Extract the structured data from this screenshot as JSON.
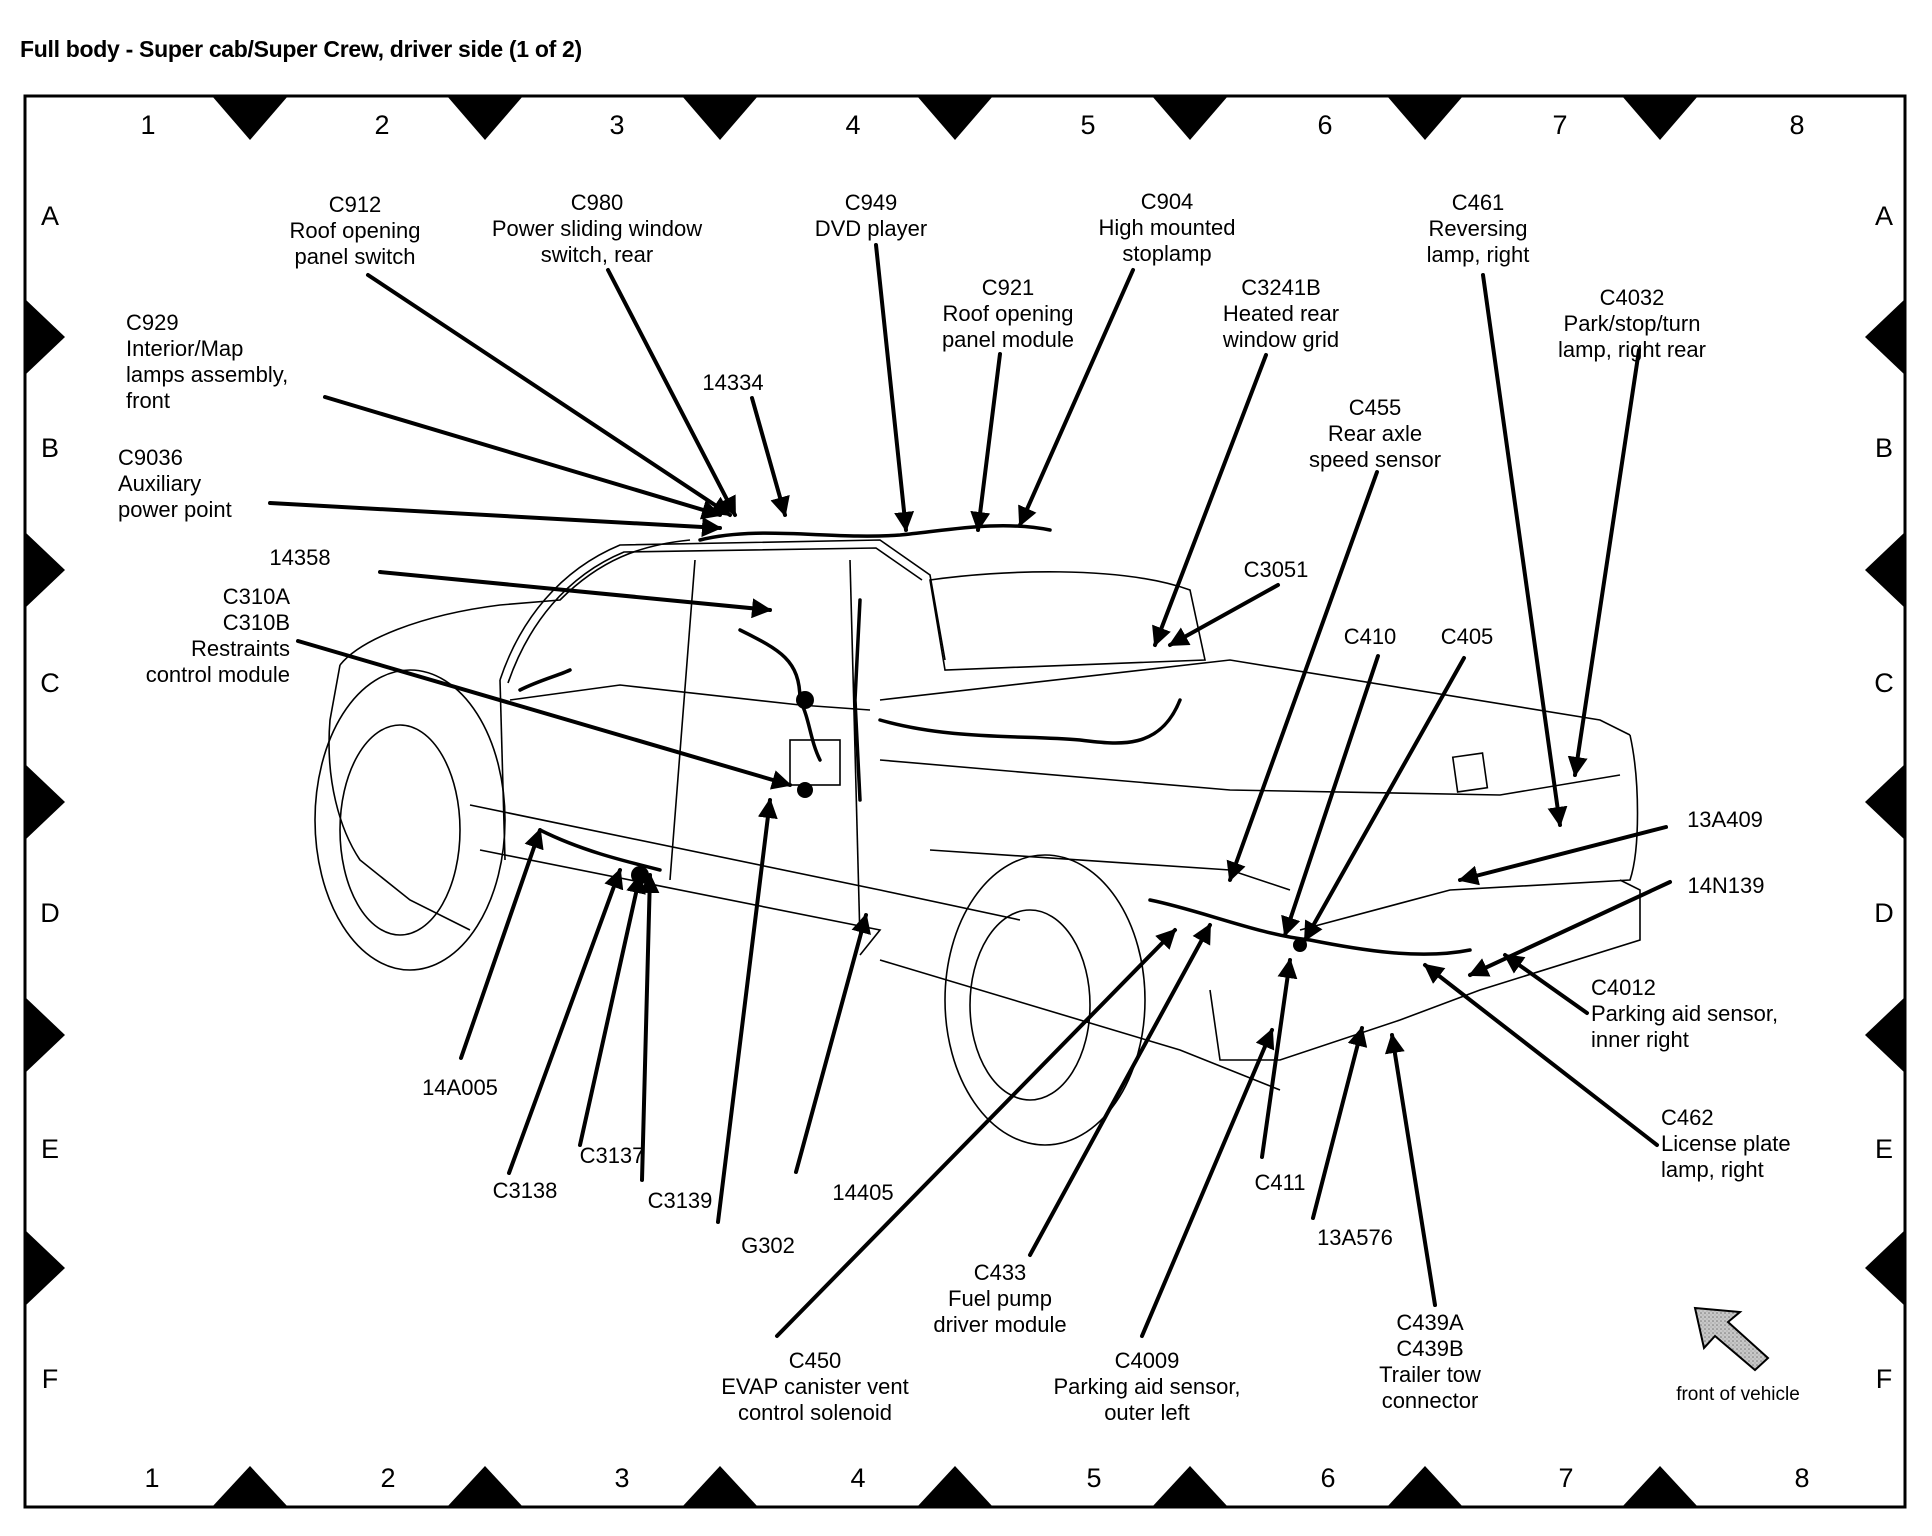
{
  "title": "Full body - Super cab/Super Crew, driver side (1 of 2)",
  "grid": {
    "columns": [
      "1",
      "2",
      "3",
      "4",
      "5",
      "6",
      "7",
      "8"
    ],
    "rows": [
      "A",
      "B",
      "C",
      "D",
      "E",
      "F"
    ]
  },
  "callouts": [
    {
      "id": "C912",
      "lines": [
        "C912",
        "Roof opening",
        "panel switch"
      ]
    },
    {
      "id": "C980",
      "lines": [
        "C980",
        "Power sliding window",
        "switch, rear"
      ]
    },
    {
      "id": "C949",
      "lines": [
        "C949",
        "DVD player"
      ]
    },
    {
      "id": "C904",
      "lines": [
        "C904",
        "High mounted",
        "stoplamp"
      ]
    },
    {
      "id": "C921",
      "lines": [
        "C921",
        "Roof opening",
        "panel module"
      ]
    },
    {
      "id": "C3241B",
      "lines": [
        "C3241B",
        "Heated rear",
        "window grid"
      ]
    },
    {
      "id": "C461",
      "lines": [
        "C461",
        "Reversing",
        "lamp, right"
      ]
    },
    {
      "id": "C4032",
      "lines": [
        "C4032",
        "Park/stop/turn",
        "lamp, right rear"
      ]
    },
    {
      "id": "C929",
      "lines": [
        "C929",
        "Interior/Map",
        "lamps assembly,",
        "front"
      ]
    },
    {
      "id": "C9036",
      "lines": [
        "C9036",
        "Auxiliary",
        "power point"
      ]
    },
    {
      "id": "14334",
      "lines": [
        "14334"
      ]
    },
    {
      "id": "14358",
      "lines": [
        "14358"
      ]
    },
    {
      "id": "C310",
      "lines": [
        "C310A",
        "C310B",
        "Restraints",
        "control module"
      ]
    },
    {
      "id": "C455",
      "lines": [
        "C455",
        "Rear axle",
        "speed sensor"
      ]
    },
    {
      "id": "C3051",
      "lines": [
        "C3051"
      ]
    },
    {
      "id": "C410",
      "lines": [
        "C410"
      ]
    },
    {
      "id": "C405",
      "lines": [
        "C405"
      ]
    },
    {
      "id": "13A409",
      "lines": [
        "13A409"
      ]
    },
    {
      "id": "14N139",
      "lines": [
        "14N139"
      ]
    },
    {
      "id": "C4012",
      "lines": [
        "C4012",
        "Parking aid sensor,",
        "inner right"
      ]
    },
    {
      "id": "C462",
      "lines": [
        "C462",
        "License plate",
        "lamp, right"
      ]
    },
    {
      "id": "14A005",
      "lines": [
        "14A005"
      ]
    },
    {
      "id": "C3138",
      "lines": [
        "C3138"
      ]
    },
    {
      "id": "C3137",
      "lines": [
        "C3137"
      ]
    },
    {
      "id": "C3139",
      "lines": [
        "C3139"
      ]
    },
    {
      "id": "G302",
      "lines": [
        "G302"
      ]
    },
    {
      "id": "14405",
      "lines": [
        "14405"
      ]
    },
    {
      "id": "C450",
      "lines": [
        "C450",
        "EVAP canister vent",
        "control solenoid"
      ]
    },
    {
      "id": "C433",
      "lines": [
        "C433",
        "Fuel pump",
        "driver module"
      ]
    },
    {
      "id": "C4009",
      "lines": [
        "C4009",
        "Parking aid sensor,",
        "outer left"
      ]
    },
    {
      "id": "C411",
      "lines": [
        "C411"
      ]
    },
    {
      "id": "13A576",
      "lines": [
        "13A576"
      ]
    },
    {
      "id": "C439",
      "lines": [
        "C439A",
        "C439B",
        "Trailer tow",
        "connector"
      ]
    }
  ],
  "orientation": {
    "label": "front of vehicle",
    "icon": "front-arrow-icon"
  }
}
